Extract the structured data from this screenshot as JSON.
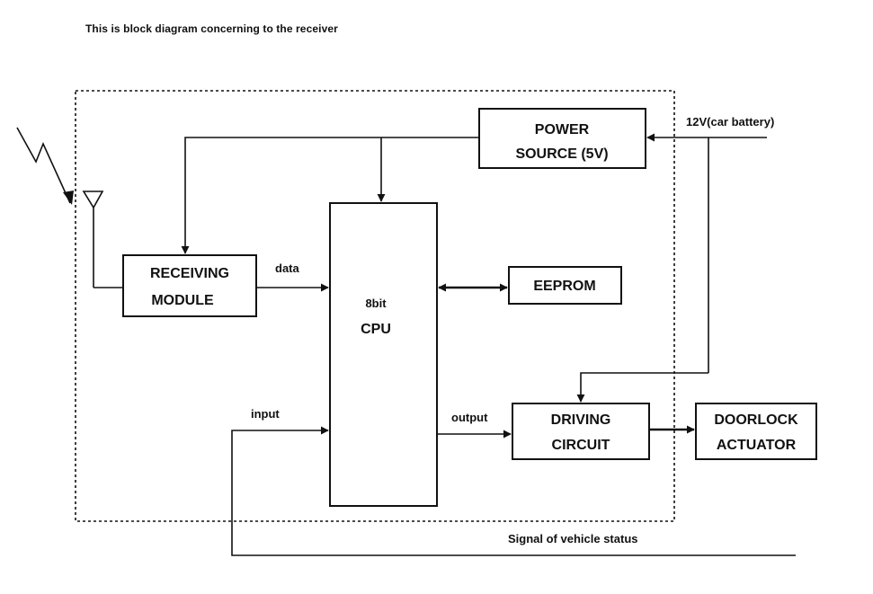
{
  "caption": "This is block diagram concerning to the receiver",
  "blocks": {
    "power_source": {
      "line1": "POWER",
      "line2": "SOURCE (5V)"
    },
    "cpu": {
      "line1": "8bit",
      "line2": "CPU"
    },
    "receiving_module": {
      "line1": "RECEIVING",
      "line2": "MODULE"
    },
    "eeprom": {
      "line1": "EEPROM"
    },
    "driving_circuit": {
      "line1": "DRIVING",
      "line2": "CIRCUIT"
    },
    "doorlock_actuator": {
      "line1": "DOORLOCK",
      "line2": "ACTUATOR"
    }
  },
  "signals": {
    "battery": "12V(car battery)",
    "data": "data",
    "input": "input",
    "output": "output",
    "vehicle_status": "Signal of vehicle status"
  }
}
